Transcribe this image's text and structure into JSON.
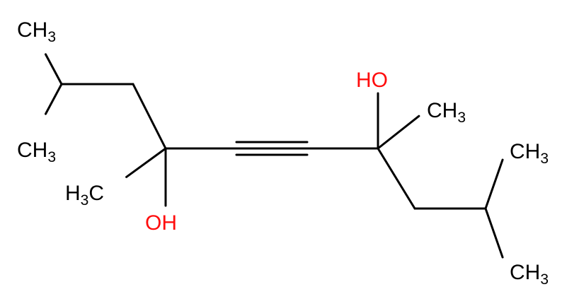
{
  "molecule": {
    "colors": {
      "bond": "#000000",
      "carbon_label": "#000000",
      "oxygen_label": "#ff0d0d"
    },
    "atoms": [
      {
        "id": "me1",
        "el": "C",
        "main": "CH",
        "sub": "3",
        "pre": ""
      },
      {
        "id": "me2",
        "el": "C",
        "main": "CH",
        "sub": "3",
        "pre": ""
      },
      {
        "id": "me3",
        "el": "C",
        "main": "CH",
        "sub": "3",
        "pre": ""
      },
      {
        "id": "me4",
        "el": "C",
        "main": "CH",
        "sub": "3",
        "pre": ""
      },
      {
        "id": "me5",
        "el": "C",
        "main": "CH",
        "sub": "3",
        "pre": ""
      },
      {
        "id": "me6",
        "el": "C",
        "main": "CH",
        "sub": "3",
        "pre": ""
      },
      {
        "id": "oh1",
        "el": "O",
        "main": "OH",
        "sub": "",
        "pre": ""
      },
      {
        "id": "oh2",
        "el": "O",
        "main": "HO",
        "sub": "",
        "pre": ""
      },
      {
        "id": "c2",
        "el": "C"
      },
      {
        "id": "c3",
        "el": "C"
      },
      {
        "id": "c4",
        "el": "C"
      },
      {
        "id": "c5",
        "el": "C"
      },
      {
        "id": "c6",
        "el": "C"
      },
      {
        "id": "c7",
        "el": "C"
      },
      {
        "id": "c8",
        "el": "C"
      },
      {
        "id": "c9",
        "el": "C"
      }
    ],
    "bonds": [
      {
        "a": "me1",
        "b": "c2",
        "order": 1
      },
      {
        "a": "me2",
        "b": "c2",
        "order": 1
      },
      {
        "a": "c2",
        "b": "c3",
        "order": 1
      },
      {
        "a": "c3",
        "b": "c4",
        "order": 1
      },
      {
        "a": "c4",
        "b": "me3",
        "order": 1
      },
      {
        "a": "c4",
        "b": "oh1",
        "order": 1
      },
      {
        "a": "c4",
        "b": "c5",
        "order": 1
      },
      {
        "a": "c5",
        "b": "c6",
        "order": 3
      },
      {
        "a": "c6",
        "b": "c7",
        "order": 1
      },
      {
        "a": "c7",
        "b": "oh2",
        "order": 1
      },
      {
        "a": "c7",
        "b": "me4",
        "order": 1
      },
      {
        "a": "c7",
        "b": "c8",
        "order": 1
      },
      {
        "a": "c8",
        "b": "c9",
        "order": 1
      },
      {
        "a": "c9",
        "b": "me5",
        "order": 1
      },
      {
        "a": "c9",
        "b": "me6",
        "order": 1
      }
    ]
  }
}
